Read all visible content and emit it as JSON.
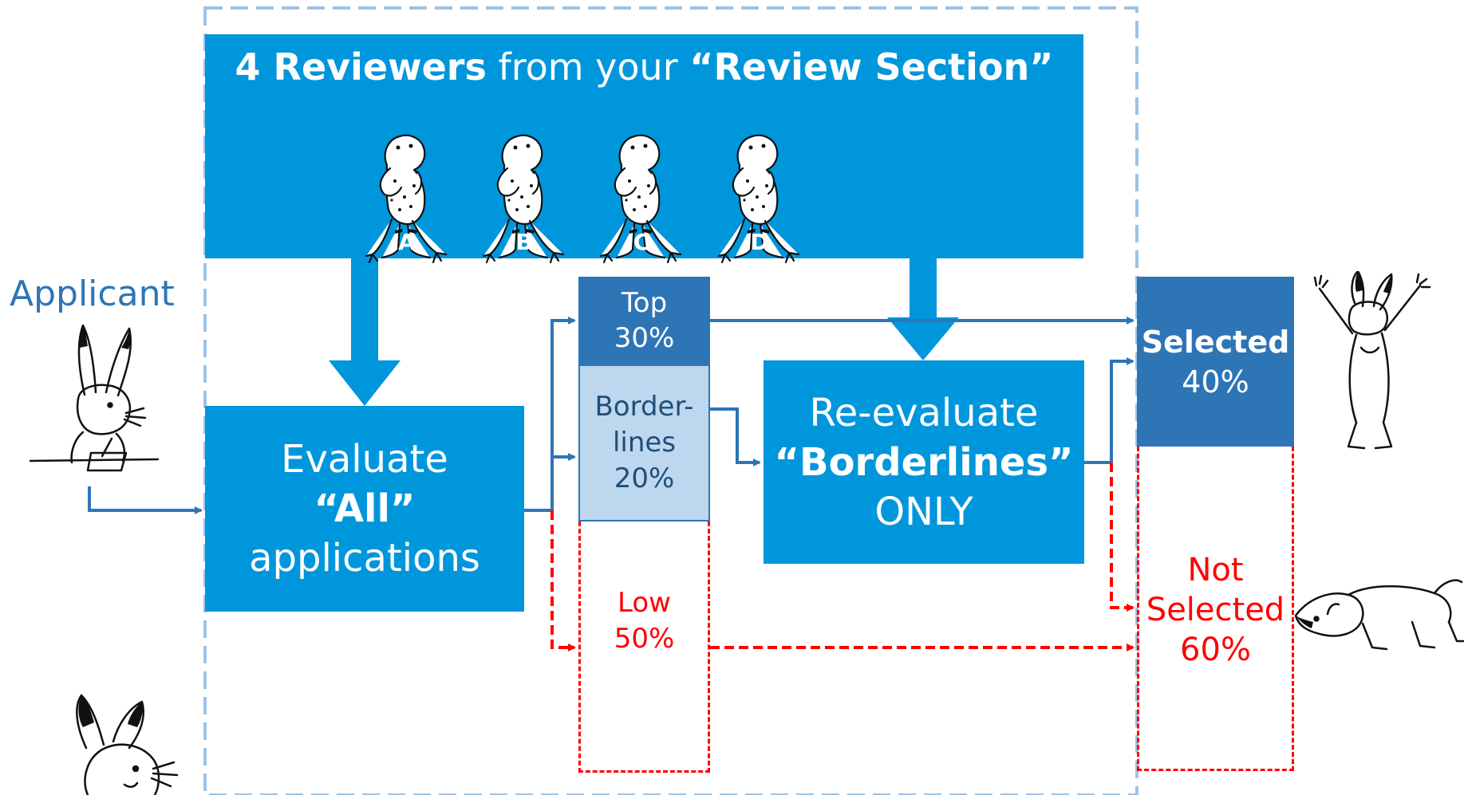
{
  "header": {
    "title_count": "4 Reviewers",
    "title_middle": " from your ",
    "title_section": "“Review Section”",
    "reviewers": [
      "A",
      "B",
      "C",
      "D"
    ],
    "reviewer_icon": "frog-reviewer-icon"
  },
  "applicant": {
    "label": "Applicant",
    "icon": "rabbit-writing-icon"
  },
  "evaluate": {
    "line1": "Evaluate",
    "line2": "“All”",
    "line3": "applications"
  },
  "tiers": {
    "top": {
      "line1": "Top",
      "line2": "30%"
    },
    "borderlines": {
      "line1": "Border-",
      "line2": "lines",
      "line3": "20%"
    },
    "low": {
      "line1": "Low",
      "line2": "50%"
    }
  },
  "reevaluate": {
    "line1": "Re-evaluate",
    "line2": "“Borderlines”",
    "line3": "ONLY"
  },
  "outcomes": {
    "selected": {
      "line1": "Selected",
      "line2": "40%",
      "icon": "rabbit-cheering-icon"
    },
    "not_selected": {
      "line1": "Not",
      "line2": "Selected",
      "line3": "60%",
      "icon": "rabbit-bowing-icon"
    }
  },
  "colors": {
    "main_blue": "#0096dc",
    "dark_blue": "#2e75b6",
    "light_blue": "#bdd7ee",
    "boundary_dash": "#9dc3e6",
    "reject_red": "#ff0000"
  }
}
